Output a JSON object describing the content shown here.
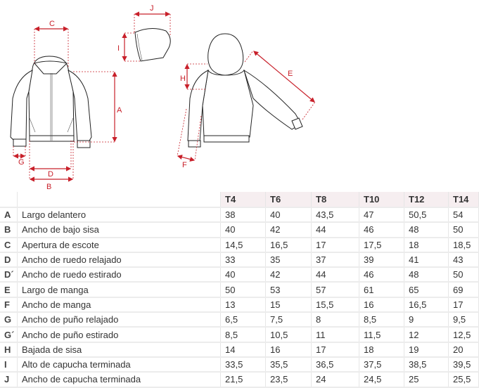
{
  "drawing": {
    "labels": {
      "A": "A",
      "B": "B",
      "C": "C",
      "D": "D",
      "E": "E",
      "F": "F",
      "G": "G",
      "H": "H",
      "I": "I",
      "J": "J"
    },
    "accent_color": "#c8202a"
  },
  "table": {
    "headers": [
      "T4",
      "T6",
      "T8",
      "T10",
      "T12",
      "T14"
    ],
    "rows": [
      {
        "letter": "A",
        "label": "Largo delantero",
        "values": [
          "38",
          "40",
          "43,5",
          "47",
          "50,5",
          "54"
        ]
      },
      {
        "letter": "B",
        "label": "Ancho de bajo sisa",
        "values": [
          "40",
          "42",
          "44",
          "46",
          "48",
          "50"
        ]
      },
      {
        "letter": "C",
        "label": "Apertura de escote",
        "values": [
          "14,5",
          "16,5",
          "17",
          "17,5",
          "18",
          "18,5"
        ]
      },
      {
        "letter": "D",
        "label": "Ancho de ruedo relajado",
        "values": [
          "33",
          "35",
          "37",
          "39",
          "41",
          "43"
        ]
      },
      {
        "letter": "D´",
        "label": "Ancho de ruedo estirado",
        "values": [
          "40",
          "42",
          "44",
          "46",
          "48",
          "50"
        ]
      },
      {
        "letter": "E",
        "label": "Largo de manga",
        "values": [
          "50",
          "53",
          "57",
          "61",
          "65",
          "69"
        ]
      },
      {
        "letter": "F",
        "label": "Ancho de manga",
        "values": [
          "13",
          "15",
          "15,5",
          "16",
          "16,5",
          "17"
        ]
      },
      {
        "letter": "G",
        "label": "Ancho de puño relajado",
        "values": [
          "6,5",
          "7,5",
          "8",
          "8,5",
          "9",
          "9,5"
        ]
      },
      {
        "letter": "G´",
        "label": "Ancho de puño estirado",
        "values": [
          "8,5",
          "10,5",
          "11",
          "11,5",
          "12",
          "12,5"
        ]
      },
      {
        "letter": "H",
        "label": "Bajada de sisa",
        "values": [
          "14",
          "16",
          "17",
          "18",
          "19",
          "20"
        ]
      },
      {
        "letter": "I",
        "label": "Alto de capucha terminada",
        "values": [
          "33,5",
          "35,5",
          "36,5",
          "37,5",
          "38,5",
          "39,5"
        ]
      },
      {
        "letter": "J",
        "label": "Ancho de capucha terminada",
        "values": [
          "21,5",
          "23,5",
          "24",
          "24,5",
          "25",
          "25,5"
        ]
      }
    ]
  }
}
